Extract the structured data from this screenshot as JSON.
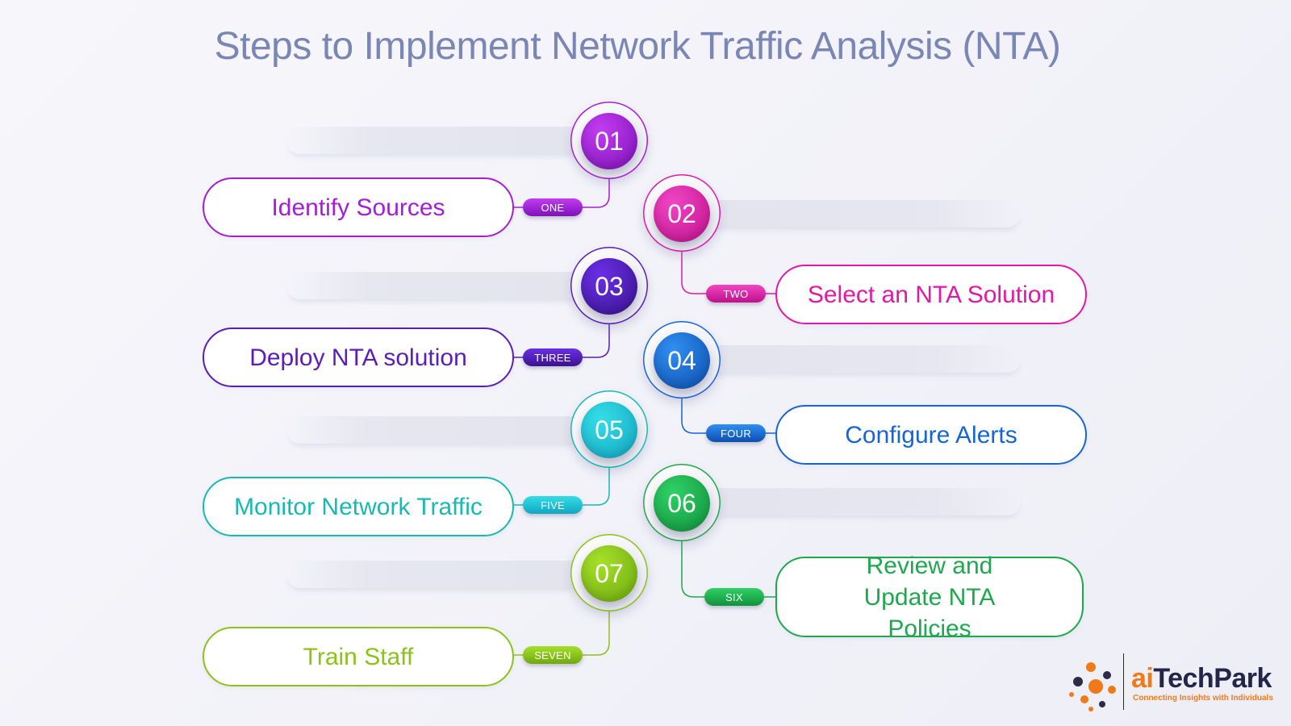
{
  "title": "Steps to Implement Network Traffic Analysis (NTA)",
  "steps": [
    {
      "number": "01",
      "tag": "ONE",
      "label": "Identify Sources",
      "color": "#a51ed2",
      "gradient": [
        "#c23cf0",
        "#7d12b8"
      ]
    },
    {
      "number": "02",
      "tag": "TWO",
      "label": "Select an NTA Solution",
      "color": "#e019a6",
      "gradient": [
        "#f045c4",
        "#c0108c"
      ]
    },
    {
      "number": "03",
      "tag": "THREE",
      "label": "Deploy NTA solution",
      "color": "#5a1db8",
      "gradient": [
        "#6a2fe6",
        "#3a128e"
      ]
    },
    {
      "number": "04",
      "tag": "FOUR",
      "label": "Configure Alerts",
      "color": "#1565d8",
      "gradient": [
        "#2f8ff0",
        "#0d4eb0"
      ]
    },
    {
      "number": "05",
      "tag": "FIVE",
      "label": "Monitor Network Traffic",
      "color": "#18b9b2",
      "gradient": [
        "#34dde6",
        "#12a6c2"
      ]
    },
    {
      "number": "06",
      "tag": "SIX",
      "label": "Review and Update NTA Policies",
      "color": "#1ea84e",
      "gradient": [
        "#2fd064",
        "#12913e"
      ]
    },
    {
      "number": "07",
      "tag": "SEVEN",
      "label": "Train Staff",
      "color": "#8cc21a",
      "gradient": [
        "#a6e02a",
        "#6ea80e"
      ]
    }
  ],
  "logo": {
    "brand_ai": "ai",
    "brand_rest": "TechPark",
    "tagline": "Connecting Insights with Individuals"
  }
}
